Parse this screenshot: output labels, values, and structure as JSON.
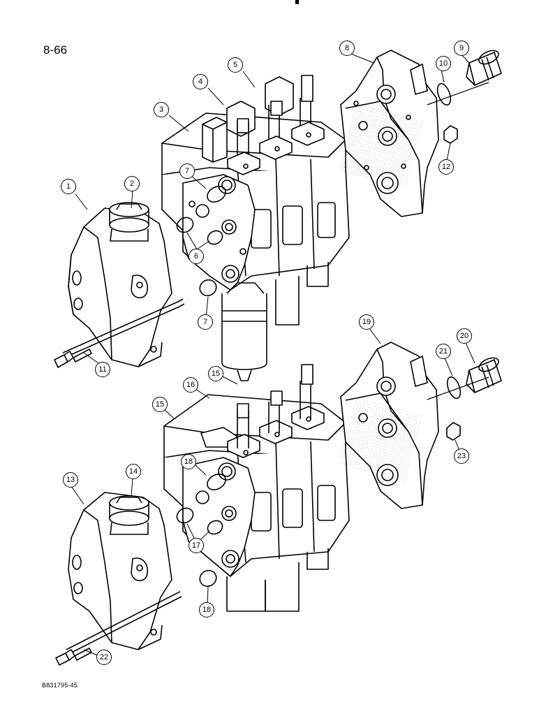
{
  "page": {
    "number": "8-66",
    "figure_id": "B831795-45"
  },
  "callouts": [
    "1",
    "2",
    "3",
    "4",
    "5",
    "6",
    "7",
    "7",
    "8",
    "9",
    "10",
    "11",
    "12",
    "13",
    "14",
    "15",
    "15",
    "16",
    "17",
    "18",
    "18",
    "19",
    "20",
    "21",
    "22",
    "23"
  ]
}
